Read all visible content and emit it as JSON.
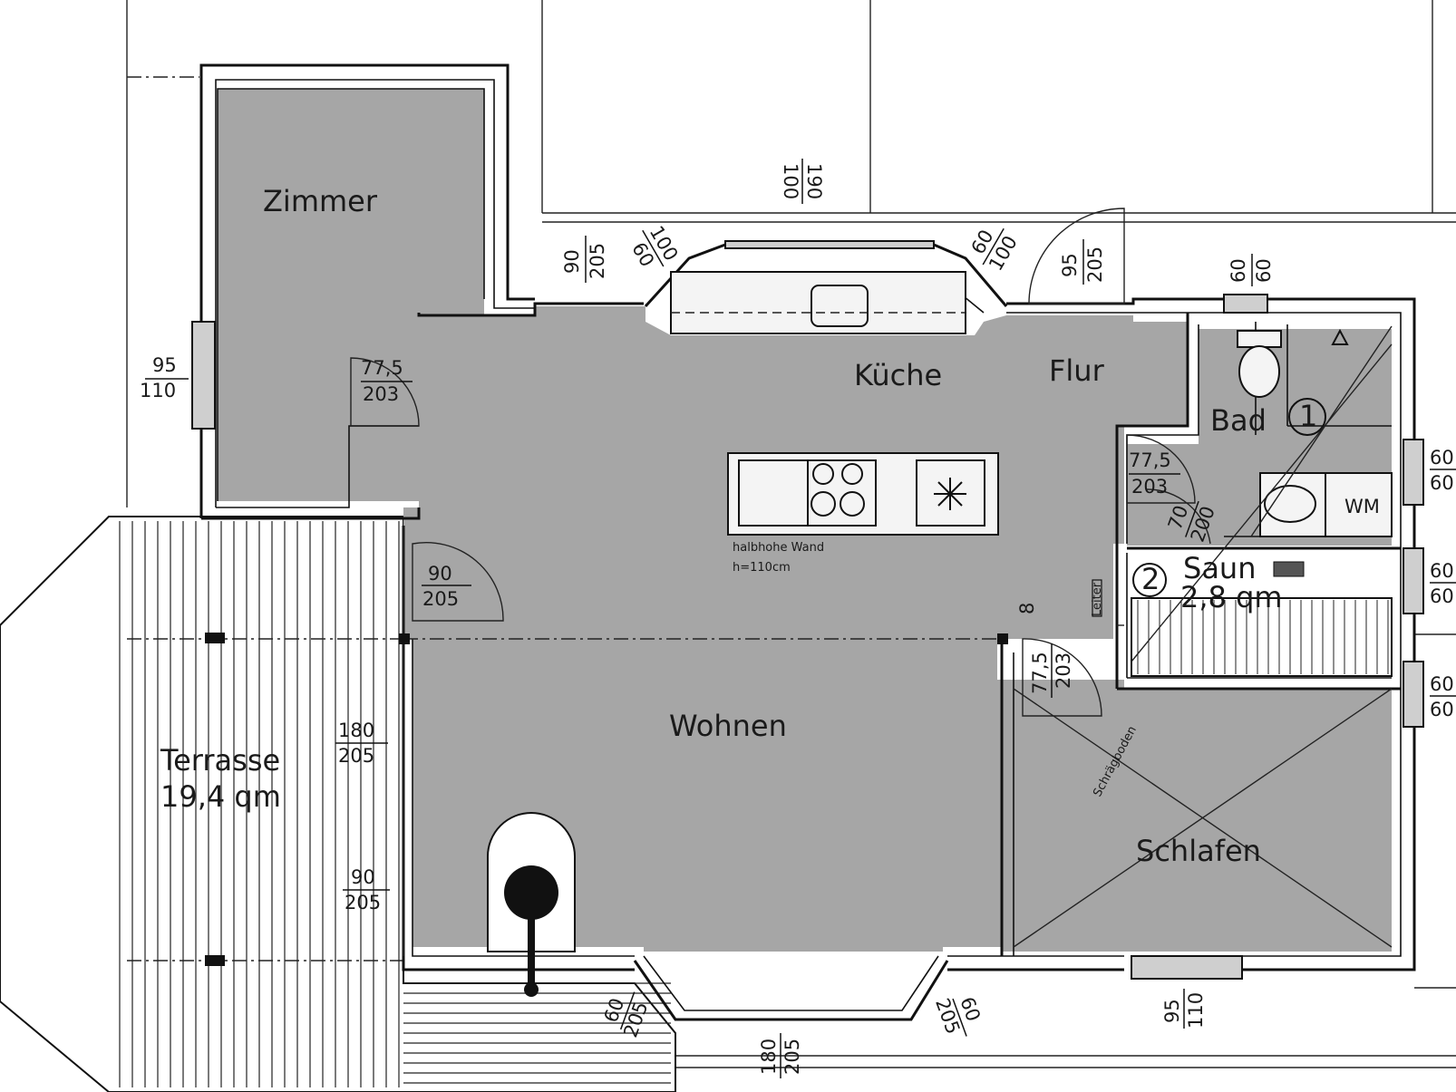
{
  "rooms": {
    "zimmer": "Zimmer",
    "kueche": "Küche",
    "flur": "Flur",
    "bad": "Bad",
    "sauna_name": "Saun",
    "sauna_area": "2,8 qm",
    "wohnen": "Wohnen",
    "schlafen": "Schlafen",
    "terrasse_name": "Terrasse",
    "terrasse_area": "19,4 qm"
  },
  "markers": {
    "bad": "1",
    "sauna": "2"
  },
  "fixtures": {
    "washer": "WM"
  },
  "notes": {
    "half_wall_1": "halbhohe Wand",
    "half_wall_2": "h=110cm",
    "sloped_ceiling": "Schrägboden",
    "ladder": "Leiter"
  },
  "dimensions": {
    "zimmer_window": {
      "w": "95",
      "h": "110"
    },
    "zimmer_door": {
      "w": "77,5",
      "h": "203"
    },
    "top_center": {
      "w": "190",
      "h": "100"
    },
    "kitchen_left_window": {
      "w": "90",
      "h": "205"
    },
    "bay_left": {
      "w": "100",
      "h": "60"
    },
    "bay_right": {
      "w": "60",
      "h": "100"
    },
    "entry_door": {
      "w": "95",
      "h": "205"
    },
    "bad_top_window": {
      "w": "60",
      "h": "60"
    },
    "bad_door": {
      "w": "77,5",
      "h": "203"
    },
    "sauna_door": {
      "w": "70",
      "h": "200"
    },
    "right_window_1": {
      "w": "60",
      "h": "60"
    },
    "right_window_2": {
      "w": "60",
      "h": "60"
    },
    "right_window_3": {
      "w": "60",
      "h": "60"
    },
    "terrace_door_upper": {
      "w": "90",
      "h": "205"
    },
    "terrace_door_large": {
      "w": "180",
      "h": "205"
    },
    "terrace_door_lower": {
      "w": "90",
      "h": "205"
    },
    "schlafen_door": {
      "w": "77,5",
      "h": "203"
    },
    "step": "8",
    "bottom_bay_left": {
      "w": "60",
      "h": "205"
    },
    "bottom_center": {
      "w": "180",
      "h": "205"
    },
    "bottom_bay_right": {
      "w": "60",
      "h": "205"
    },
    "schlafen_window": {
      "w": "95",
      "h": "110"
    }
  }
}
